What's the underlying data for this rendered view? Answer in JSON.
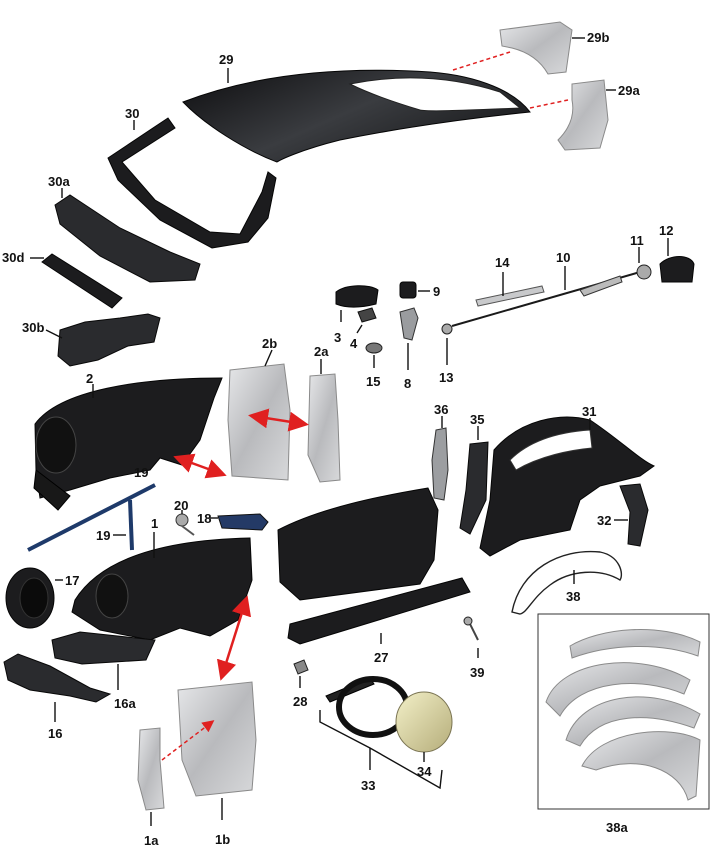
{
  "labels": {
    "l29": "29",
    "l29b": "29b",
    "l29a": "29a",
    "l30": "30",
    "l30a": "30a",
    "l30d": "30d",
    "l30b": "30b",
    "l14": "14",
    "l10": "10",
    "l11": "11",
    "l12": "12",
    "l9": "9",
    "l3": "3",
    "l4": "4",
    "l15": "15",
    "l8": "8",
    "l13": "13",
    "l2": "2",
    "l2b": "2b",
    "l2a": "2a",
    "l36": "36",
    "l35": "35",
    "l31": "31",
    "l32": "32",
    "l19a": "19",
    "l19b": "19",
    "l20": "20",
    "l18": "18",
    "l1": "1",
    "l17": "17",
    "l16a": "16a",
    "l16": "16",
    "l38": "38",
    "l27": "27",
    "l39": "39",
    "l28": "28",
    "l33": "33",
    "l34": "34",
    "l1a": "1a",
    "l1b": "1b",
    "l38a": "38a"
  },
  "colors": {
    "part": "#1c1c1e",
    "steel": "#c9cacc",
    "arrow": "#e02020",
    "label": "#111111"
  }
}
